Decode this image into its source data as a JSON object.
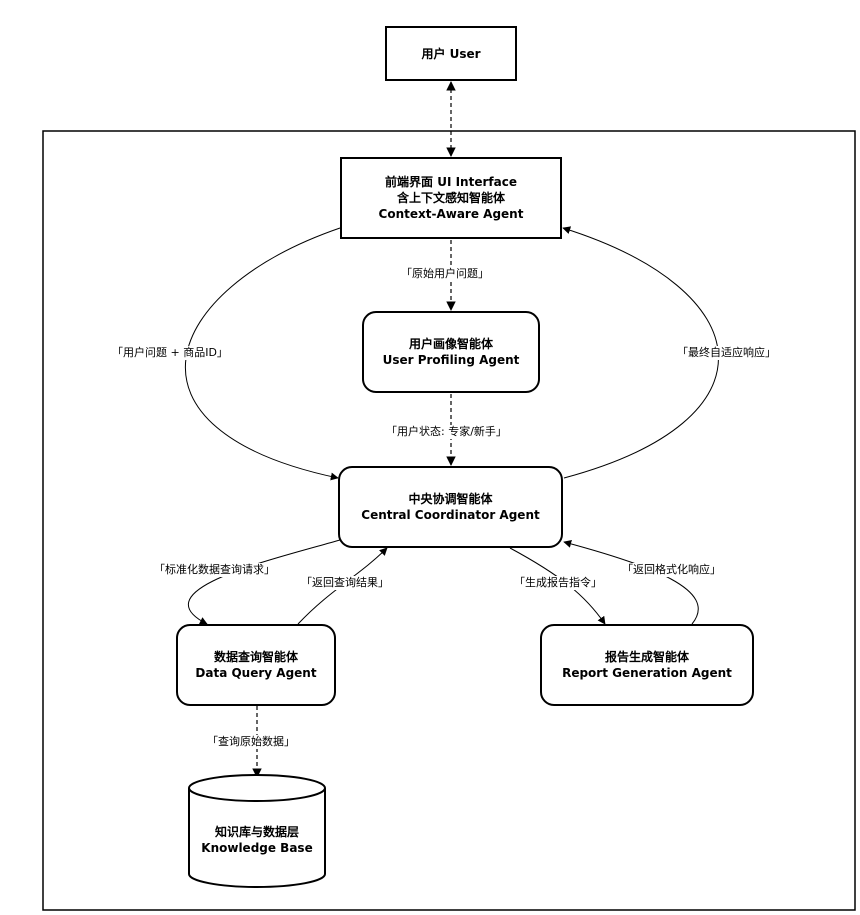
{
  "nodes": {
    "user": {
      "line1": "用户 User"
    },
    "frontend": {
      "line1": "前端界面 UI Interface",
      "line2": "含上下文感知智能体",
      "line3": "Context-Aware Agent"
    },
    "profiling": {
      "line1": "用户画像智能体",
      "line2": "User Profiling Agent"
    },
    "coordinator": {
      "line1": "中央协调智能体",
      "line2": "Central Coordinator Agent"
    },
    "dataquery": {
      "line1": "数据查询智能体",
      "line2": "Data Query Agent"
    },
    "report": {
      "line1": "报告生成智能体",
      "line2": "Report Generation Agent"
    },
    "kb": {
      "line1": "知识库与数据层",
      "line2": "Knowledge Base"
    }
  },
  "edges": {
    "raw_question": "「原始用户问题」",
    "question_product": "「用户问题 + 商品ID」",
    "final_response": "「最终自适应响应」",
    "user_state": "「用户状态: 专家/新手」",
    "std_query": "「标准化数据查询请求」",
    "return_query": "「返回查询结果」",
    "gen_report": "「生成报告指令」",
    "return_format": "「返回格式化响应」",
    "query_raw": "「查询原始数据」"
  }
}
